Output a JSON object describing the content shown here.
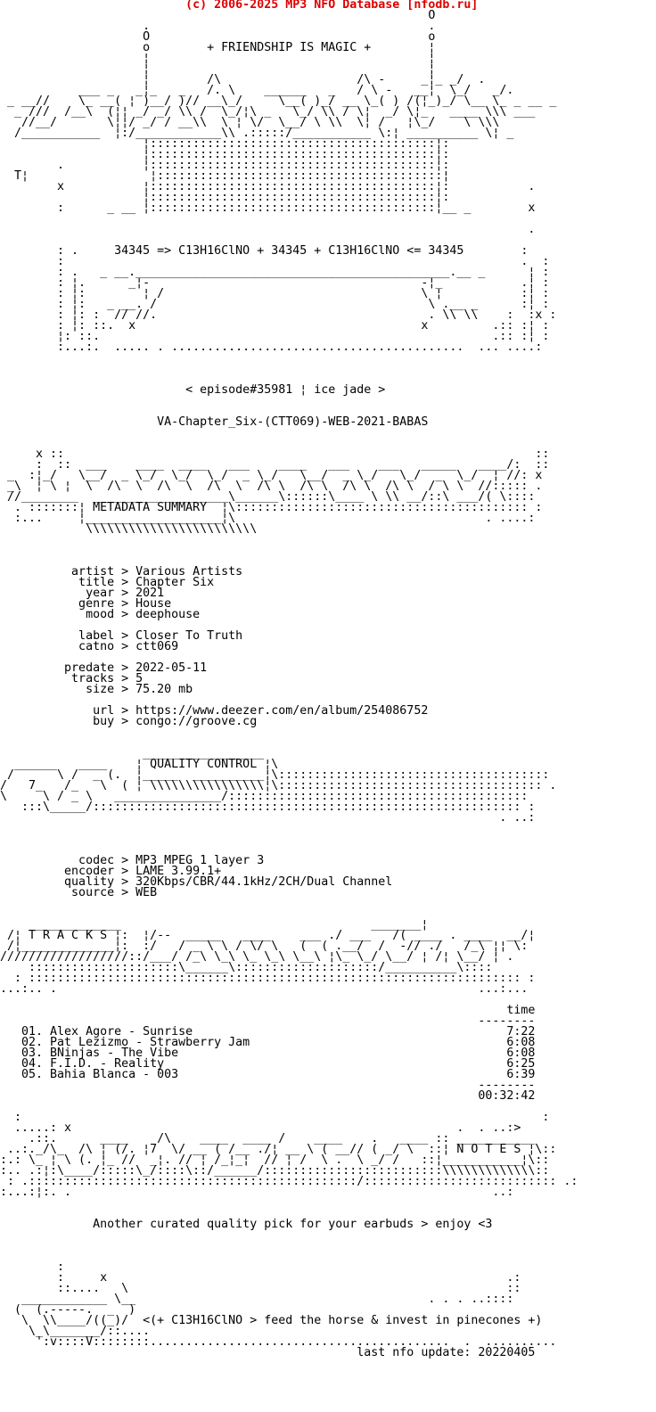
{
  "site": {
    "copyright": "(c) 2006-2025 MP3 NFO Database [nfodb.ru]",
    "copyright_color": "#dd0000",
    "text_color": "#000000",
    "background_color": "#ffffff"
  },
  "scene": {
    "slogan_top": "+ FRIENDSHIP IS MAGIC +",
    "chem_line": "34345 => C13H16ClNO + 34345 + C13H16ClNO <= 34345",
    "episode_line": "< episode#35981 ¦ ice jade >",
    "release_name": "VA-Chapter_Six-(CTT069)-WEB-2021-BABAS",
    "banner_metadata": "METADATA SUMMARY",
    "banner_quality": "QUALITY CONTROL",
    "banner_tracks": "T R A C K S",
    "banner_notes": "N O T E S",
    "notes_line": "Another curated quality pick for your earbuds > enjoy <3",
    "horse_line": "<(+ C13H16ClNO > feed the horse & invest in pinecones +)",
    "footer_line": "last nfo update: 20220405"
  },
  "release": {
    "artist": "Various Artists",
    "title": "Chapter Six",
    "year": "2021",
    "genre": "House",
    "mood": "deephouse",
    "label": "Closer To Truth",
    "catno": "ctt069",
    "predate": "2022-05-11",
    "tracks": "5",
    "size": "75.20 mb",
    "url": "https://www.deezer.com/en/album/254086752",
    "buy": "congo://groove.cg"
  },
  "quality": {
    "codec": "MP3 MPEG 1 layer 3",
    "encoder": "LAME 3.99.1+",
    "quality": "320Kbps/CBR/44.1kHz/2CH/Dual Channel",
    "source": "WEB"
  },
  "tracklist": {
    "time_header": "time",
    "items": [
      {
        "num": "01.",
        "name": "Alex Agore - Sunrise",
        "time": "7:22"
      },
      {
        "num": "02.",
        "name": "Pat Lezizmo - Strawberry Jam",
        "time": "6:08"
      },
      {
        "num": "03.",
        "name": "BNinjas - The Vibe",
        "time": "6:08"
      },
      {
        "num": "04.",
        "name": "F.I.D. - Reality",
        "time": "6:25"
      },
      {
        "num": "05.",
        "name": "Bahia Blanca - 003",
        "time": "6:39"
      }
    ],
    "total_time": "00:32:42"
  },
  "nfo": {
    "copyright_line": "                          (c) 2006-2025 MP3 NFO Database [nfodb.ru]",
    "lines": [
      "                                                            O",
      "                    .                                       .",
      "                    O                                       o",
      "                    o        + FRIENDSHIP IS MAGIC +        ¦",
      "                    ¦                                       ¦",
      "                    ¦                                       ¦",
      "                    ¦        /\\                   /\\ -     _¦_ _/  .",
      "           ___ _   _¦_   _   /. \\    ______   _   / \\ -   __¦  \\_/   _/.",
      " _ __//    \\_ __( ¦ )__/ )// __\\_/     \\__( )_/ __ \\_( ) /(¦_)_/ \\__ \\_ _ __ _",
      "  _ ///  /__\\  (¦¦ _/ _/ \\\\ /  \\_/¦\\ _   \\_/ \\\\ / \\¦  _/ \\¦_   ____ \\\\\\ ___",
      "   //__/       \\¦¦/ _/ / __\\\\  \\ ¦ \\/  \\__/ \\ \\\\  \\¦ /   ¦\\_/    \\ \\\\\\",
      "  /___________  ¦:/____________\\\\ .:::::/___________ \\:¦ __________ \\¦ _",
      "                    ¦::::::::::::::::::::::::::::::::::::::::¦:",
      "                    ¦::::::::::::::::::::::::::::::::::::::::¦:",
      "        .           ¦::::::::::::::::::::::::::::::::::::::::¦:",
      "  T¦                 ¦::::::::::::::::::::::::::::::::::::::::¦",
      "        x           ¦::::::::::::::::::::::::::::::::::::::::¦:           .",
      "                    ¦::::::::::::::::::::::::::::::::::::::::¦:",
      "        :      _ __ ¦::::::::::::::::::::::::::::::::::::::::¦__ _        x",
      "",
      "                                                                          .",
      "",
      "        : .     34345 => C13H16ClNO + 34345 + C13H16ClNO <= 34345        :",
      "        :                                                                .  :",
      "        : .   _ __.____________________________________________.__ _      ¦ :",
      "        : ¦.      _¦-                                      -¦_           .¦ :",
      "        : ¦:        ¦ /                                    \\ ¦           :¦ :",
      "        : ¦:   _ __. /                                      \\ .__ _      :¦ :",
      "        : ¦: :  // //.                                      . \\\\ \\\\    :  :x :",
      "        : ¦: ::.  x                                        x         .:: :¦ :",
      "        ¦: ::.                                                       .:: :¦ :",
      "        :...:.  ..... . .........................................  ... ....:",
      "",
      "",
      "",
      "                          < episode#35981 ¦ ice jade >",
      "",
      "",
      "                      VA-Chapter_Six-(CTT069)-WEB-2021-BABAS",
      "",
      "",
      "     x ::                                                                  ::",
      "     :  ::  ___    ____  ____   ___    ____   ___    ___   _____   ____/:  ::",
      " _  :¦_/   \\__/  _ \\_/  \\_/  \\_/  _ \\_/   \\__/  _ \\_/   \\_/  _  \\_/  ¦ //: x",
      " _\\  ¦ \\ ¦  \\  /\\  \\  /\\  \\  /\\  \\  /\\ \\  /\\ \\  /\\ \\  /\\ \\  / \\ \\  //::::: .",
      " //________  ___________________\\______\\::::::\\____ \\ \\\\ __/::\\ ___/( \\::::",
      "  . :::::::¦ METADATA SUMMARY  ¦\\::::::::::::::::::::::::::::::::::::::::: :",
      "  :...     ¦___________________¦\\                                   . ....:",
      "            \\\\\\\\\\\\\\\\\\\\\\\\\\\\\\\\\\\\\\\\\\\\\\\\",
      "",
      "",
      "",
      "          artist > Various Artists",
      "           title > Chapter Six",
      "            year > 2021",
      "           genre > House",
      "            mood > deephouse",
      "",
      "           label > Closer To Truth",
      "           catno > ctt069",
      "",
      "         predate > 2022-05-11",
      "          tracks > 5",
      "            size > 75.20 mb",
      "",
      "             url > https://www.deezer.com/en/album/254086752",
      "             buy > congo://groove.cg",
      "",
      "",
      "                    _________________",
      "  ______   ____    ¦ QUALITY CONTROL ¦\\",
      " /      \\ /  _ (.  ¦_____  __________¦\\::::::::::::::::::::::::::::::::::::::",
      "/   7_   /_   \\  ( ¦ \\\\\\\\\\\\\\\\\\\\\\\\\\\\\\\\¦\\::::::::::::::::::::::::::::::::::::: .",
      "\\     \\ / _ \\   _______________/::::::::::::::::::::::::::::::::::::::::::",
      "   :::\\_____/:::::::::::::::::::::::::::::::::::::::::::::::::::::::::::: :",
      "                                                                      . ..:",
      "",
      "",
      "",
      "           codec > MP3 MPEG 1 layer 3",
      "         encoder > LAME 3.99.1+",
      "         quality > 320Kbps/CBR/44.1kHz/2CH/Dual Channel",
      "          source > WEB",
      "",
      "",
      "    _____________                                   _______¦",
      " /¦ T R A C K S ¦:  ¦/--  _____   ____    ___ ./ ___   /( ____ . ____  __/¦",
      " /¦_____________¦:  :/   / _ \\ \\ / \\/ \\   (  ( .__/  /  -// ./   /_\\ ¦¦ \\:",
      "//////////////////::/___/ /_\\ \\_\\ \\_ \\_\\ \\__\\ ¦\\_ \\_/ \\__/ ¦ /¦ \\__/ ¦ .",
      "    :::::::::::::::::::::\\______\\::::::::::::::::::::/__________\\::::",
      "  : ::::::::::::::::::::::::::::::::::::::::::::::::::::::::::::::::::::: :",
      "...:.. .                                                           ...:...",
      "",
      "                                                                       time",
      "                                                                   --------",
      "   01. Alex Agore - Sunrise                                            7:22",
      "   02. Pat Lezizmo - Strawberry Jam                                    6:08",
      "   03. BNinjas - The Vibe                                              6:08",
      "   04. F.I.D. - Reality                                                6:25",
      "   05. Bahia Blanca - 003                                              6:39",
      "                                                                   --------",
      "                                                                   00:32:42",
      "",
      "  :                                                                         :",
      "  .....: x                                                      .  . ..:>",
      "    .::.      ____    /\\    ____  ____ /    ____    .   ____ :: ___________",
      " ..:._/\\_  /\\ ¦ (/. ¦7  \\/ __ ( /__ ./¦ __ \\ ( __// ( _/ \\  ::¦ N O T E S ¦\\::",
      ":.: \\_ ¦ \\ (. ¦_ //  _¦. // ¦ /_¦_¦  // ¦ /  \\ .  \\ _/ /   ::¦___________¦\\::",
      ":.. .:¦:\\____/:::::\\_/::::\\::/______/:::::::::::::::::::::::::\\\\\\\\\\\\\\\\\\\\\\\\\\::",
      " : .::::::::::::::::::::::::::::::::::::::::::::::/::::::::::::::::::::::::::: .:",
      ":...:¦:. .                                                           ..:",
      "",
      "",
      "             Another curated quality pick for your earbuds > enjoy <3",
      "",
      "",
      "",
      "        :",
      "        :     x                                                        .:",
      "        ::....   \\                                                     ::",
      "   ____________ \\__                                         . . . ..::::",
      "  (  (.-----.  _  )",
      "   \\  \\\\____/((_)/  <(+ C13H16ClNO > feed the horse & invest in pinecones +)",
      "    \\_\\_______/::....",
      "     ':v::::V::::::::..........................................  .  ..........",
      "                                                  last nfo update: 20220405",
      "",
      "",
      "",
      "",
      ""
    ]
  }
}
